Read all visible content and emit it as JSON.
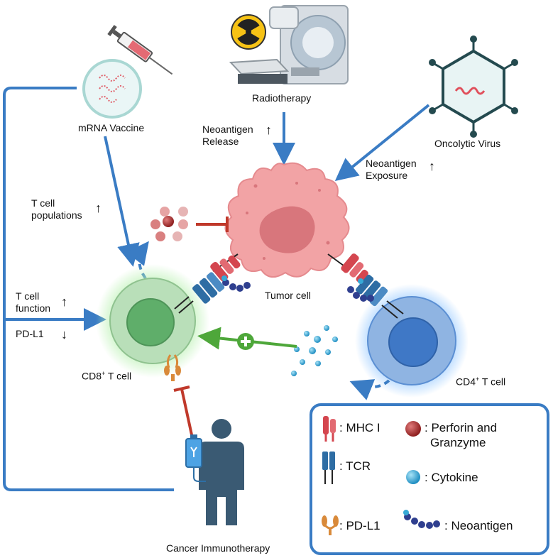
{
  "labels": {
    "mrna_vaccine": "mRNA Vaccine",
    "radiotherapy": "Radiotherapy",
    "oncolytic_virus": "Oncolytic Virus",
    "neoantigen_release_1": "Neoantigen",
    "neoantigen_release_2": "Release",
    "neoantigen_exposure_1": "Neoantigen",
    "neoantigen_exposure_2": "Exposure",
    "t_cell_populations_1": "T cell",
    "t_cell_populations_2": "populations",
    "t_cell_function_1": "T cell",
    "t_cell_function_2": "function",
    "pd_l1": "PD-L1",
    "tumor_cell": "Tumor cell",
    "cd8_prefix": "CD8",
    "cd8_sup": "+",
    "cd8_suffix": " T cell",
    "cd4_prefix": "CD4",
    "cd4_sup": "+",
    "cd4_suffix": " T cell",
    "cancer_immunotherapy": "Cancer Immunotherapy",
    "up_arrow": "↑",
    "down_arrow": "↓"
  },
  "legend": {
    "mhc": ": MHC I",
    "tcr": ": TCR",
    "pdl1": ": PD-L1",
    "perforin_1": ": Perforin and",
    "perforin_2": "Granzyme",
    "cytokine": ": Cytokine",
    "neoantigen": ": Neoantigen"
  },
  "colors": {
    "blue_arrow": "#3a7cc4",
    "red_inhibit": "#c0392b",
    "green_activate": "#4ea73a",
    "tumor": "#f2a3a5",
    "tumor_nucleus": "#d8767c",
    "cd8_cell": "#9fd3a4",
    "cd4_cell": "#5b8fd3",
    "mhc": "#d4464f",
    "tcr": "#2e6da4",
    "pdl1": "#d98a3a",
    "perforin": "#b73232",
    "cytokine": "#37a9d6",
    "neoantigen": "#2f3f8f",
    "legend_border": "#3a7cc4"
  }
}
